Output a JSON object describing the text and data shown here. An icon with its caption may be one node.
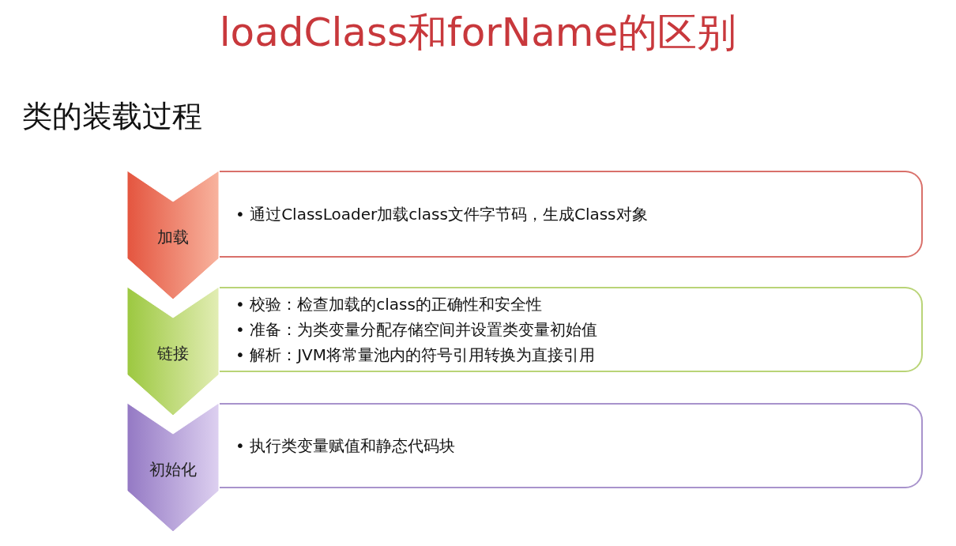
{
  "diagram": {
    "title": "loadClass和forName的区别",
    "nodes": [
      {
        "text": [
          "加载"
        ]
      },
      {
        "text": [
          "• 通过ClassLoader加载class文件字节码，生成Class对象"
        ]
      },
      {
        "text": [
          "链接"
        ]
      },
      {
        "text": [
          "• 校验：检查加载的class的正确性和安全性",
          "• 准备：为类变量分配存储空间并设置类变量初始值",
          "• 解析：JVM将常量池内的符号引用转换为直接引用"
        ]
      },
      {
        "text": [
          "初始化"
        ]
      },
      {
        "text": [
          "• 执行类变量赋值和静态代码块"
        ]
      }
    ],
    "edges": [],
    "labels": [
      "类的装载过程"
    ]
  }
}
